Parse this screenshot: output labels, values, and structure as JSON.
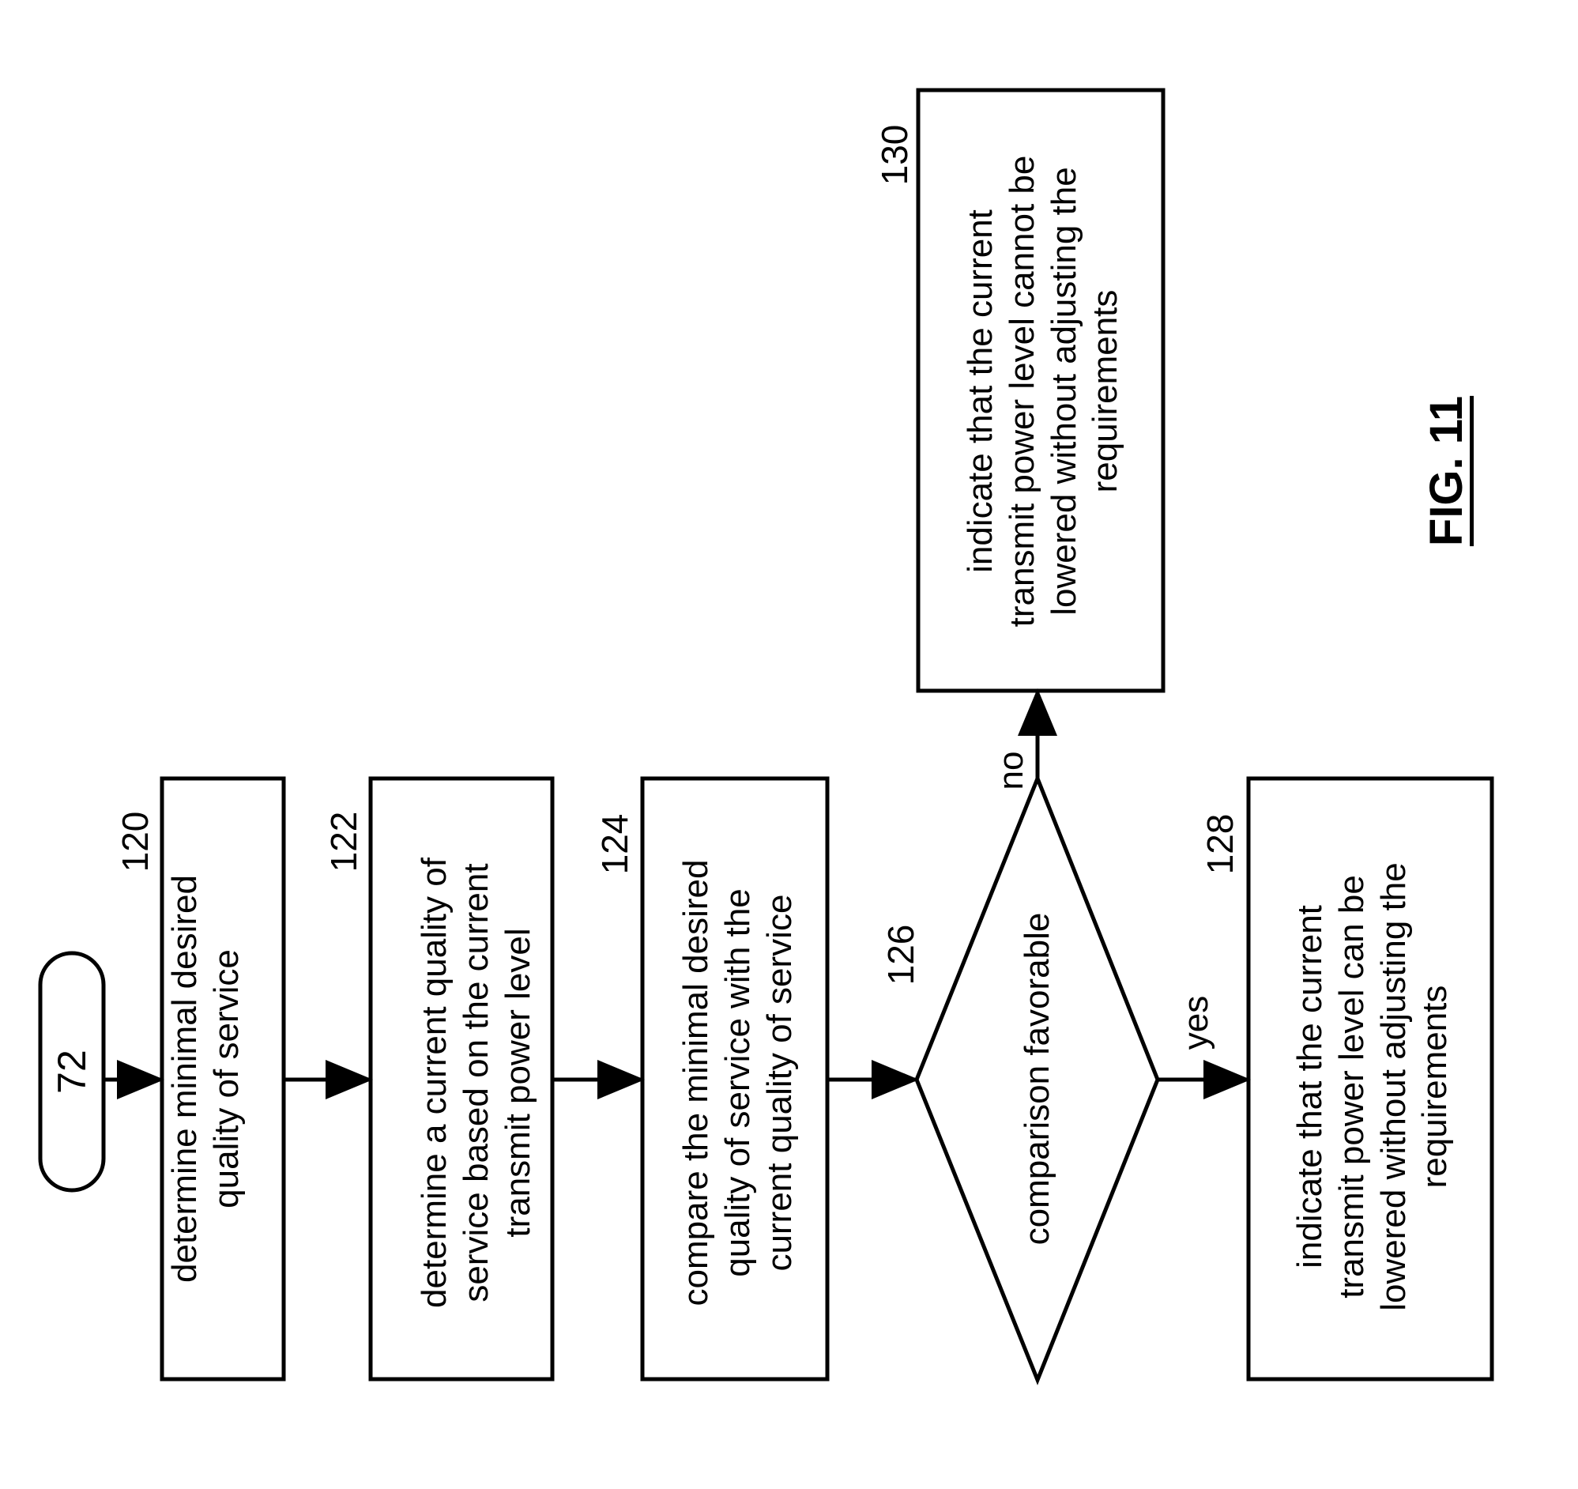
{
  "figure": {
    "caption": "FIG. 11"
  },
  "flowchart": {
    "start": {
      "label": "72"
    },
    "steps": [
      {
        "ref": "120",
        "text": "determine minimal desired\nquality of service"
      },
      {
        "ref": "122",
        "text": "determine a current quality of\nservice based on the current\ntransmit power level"
      },
      {
        "ref": "124",
        "text": "compare the minimal desired\nquality of service with the\ncurrent quality of service"
      }
    ],
    "decision": {
      "ref": "126",
      "text": "comparison favorable"
    },
    "outcomes": {
      "yes": {
        "label": "yes",
        "ref": "128",
        "text": "indicate that the current\ntransmit power level can be\nlowered without adjusting the\nrequirements"
      },
      "no": {
        "label": "no",
        "ref": "130",
        "text": "indicate that the current\ntransmit power level cannot be\nlowered without adjusting the\nrequirements"
      }
    }
  }
}
